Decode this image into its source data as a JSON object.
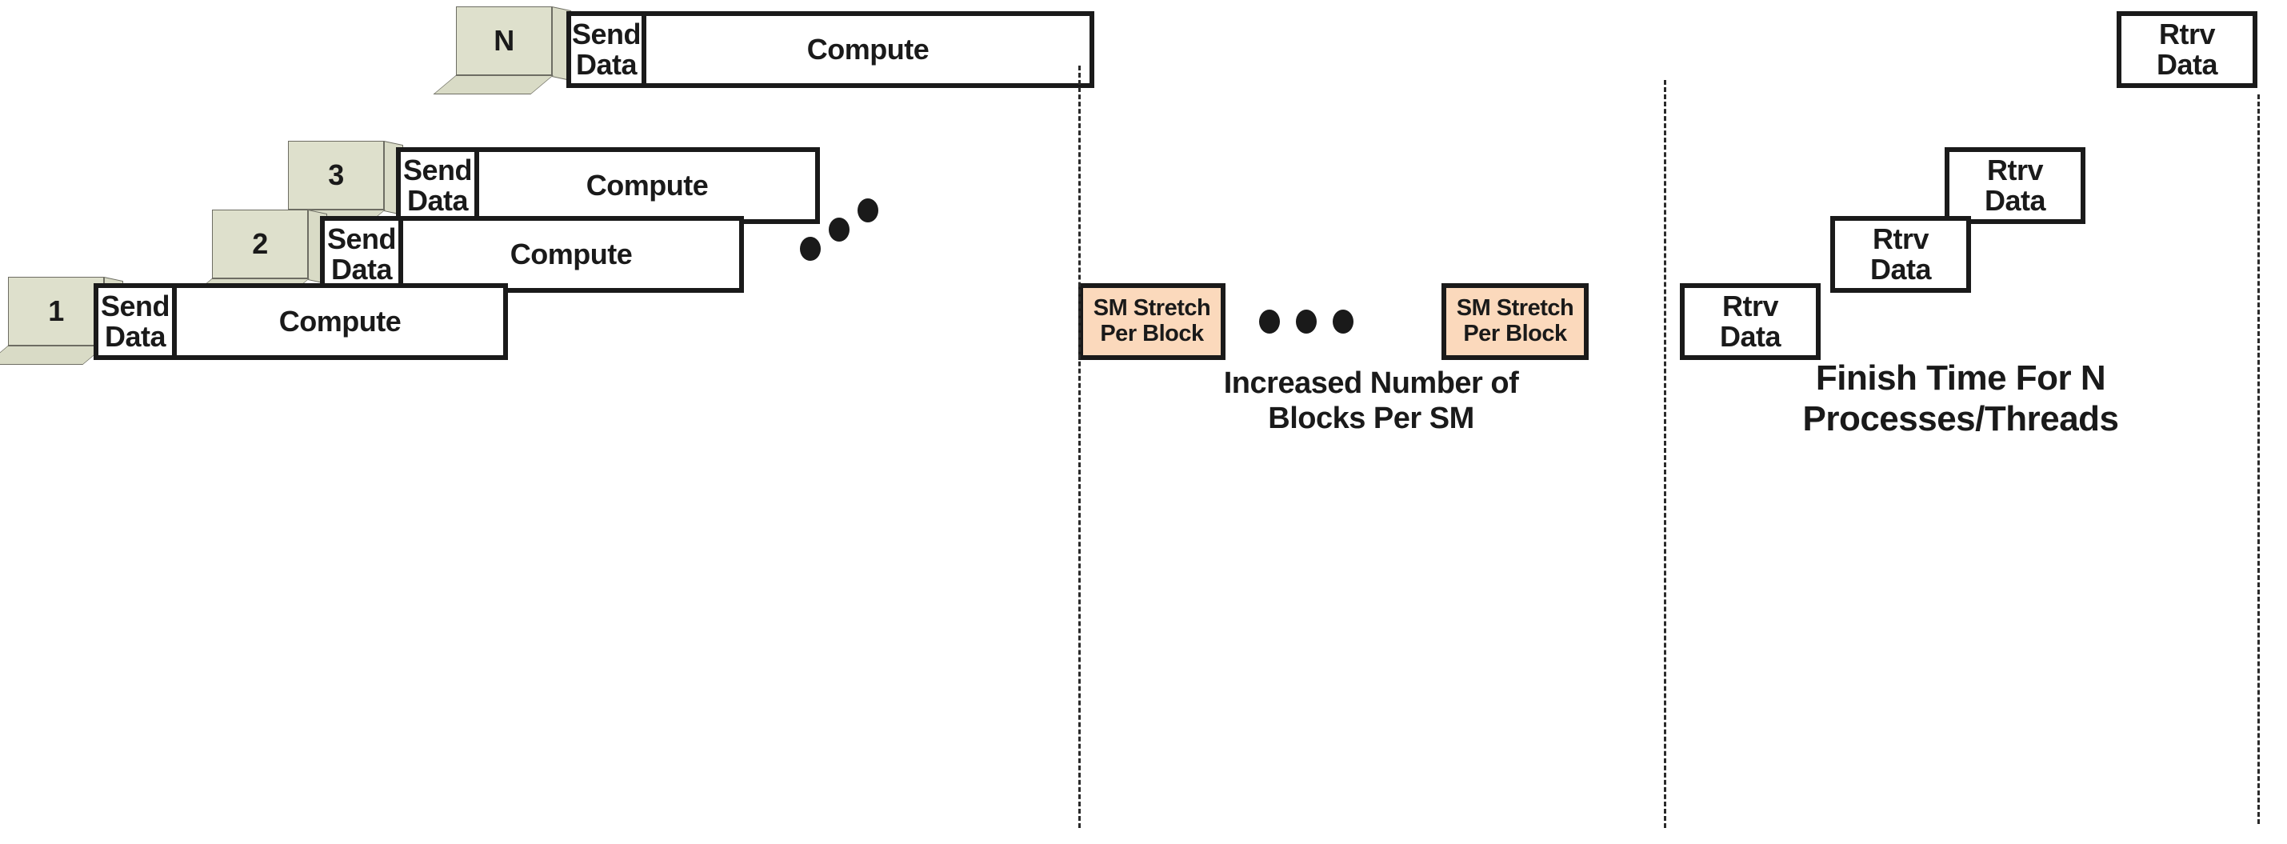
{
  "diagram": {
    "title_not_shown": "",
    "palette": {
      "process_fill": "#ffffff",
      "stroke": "#1a1a1a",
      "id_block_fill": "#dee0cc",
      "id_block_side": "#d9dbc6",
      "sm_stretch_fill": "#fbd9bc",
      "guide_line": "#2a2a2a",
      "background": "#ffffff"
    },
    "labels": {
      "send_data": "Send\nData",
      "compute": "Compute",
      "rtrv_data": "Rtrv\nData",
      "sm_stretch": "SM Stretch\nPer Block"
    },
    "id_blocks": [
      {
        "id": "block-1",
        "label": "1"
      },
      {
        "id": "block-2",
        "label": "2"
      },
      {
        "id": "block-3",
        "label": "3"
      },
      {
        "id": "block-n",
        "label": "N"
      }
    ],
    "rows": [
      {
        "name": "row-1",
        "id_label": "1",
        "send_data": "Send\nData",
        "compute": "Compute"
      },
      {
        "name": "row-2",
        "id_label": "2",
        "send_data": "Send\nData",
        "compute": "Compute"
      },
      {
        "name": "row-3",
        "id_label": "3",
        "send_data": "Send\nData",
        "compute": "Compute"
      },
      {
        "name": "row-n",
        "id_label": "N",
        "send_data": "Send\nData",
        "compute": "Compute"
      }
    ],
    "sm_stretch_blocks": [
      {
        "name": "sm-stretch-first",
        "label": "SM Stretch\nPer Block"
      },
      {
        "name": "sm-stretch-last",
        "label": "SM Stretch\nPer Block"
      }
    ],
    "retrieve_blocks": [
      {
        "name": "rtrv-row-1",
        "label": "Rtrv\nData"
      },
      {
        "name": "rtrv-row-2",
        "label": "Rtrv\nData"
      },
      {
        "name": "rtrv-row-3",
        "label": "Rtrv\nData"
      },
      {
        "name": "rtrv-row-n",
        "label": "Rtrv\nData"
      }
    ],
    "captions": [
      {
        "name": "caption-increased-blocks",
        "text": "Increased Number of\nBlocks Per SM"
      },
      {
        "name": "caption-finish-time",
        "text": "Finish Time For N\nProcesses/Threads"
      }
    ],
    "ellipses": [
      {
        "name": "ellipsis-rows-left",
        "dots": 3
      },
      {
        "name": "ellipsis-rows-right",
        "dots": 3
      },
      {
        "name": "ellipsis-sm-stretch",
        "dots": 3
      }
    ]
  }
}
